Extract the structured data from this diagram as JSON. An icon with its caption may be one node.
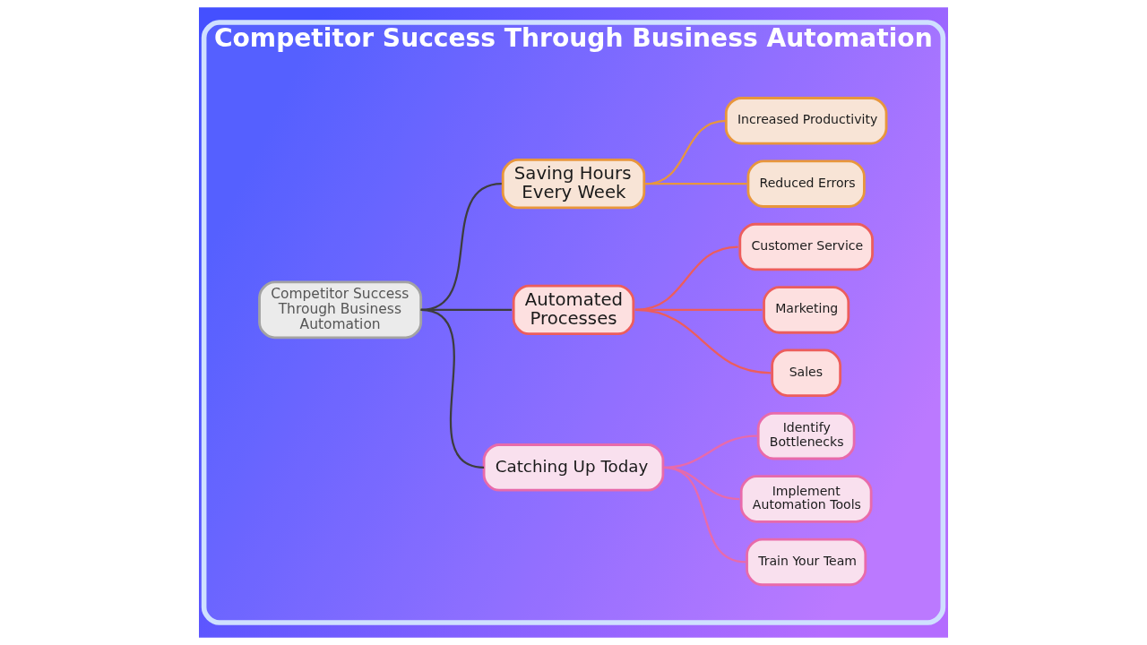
{
  "diagram": {
    "nodes": [
      {
        "text": [
          "Competitor Success Through Business Automation"
        ]
      },
      {
        "text": [
          "Competitor Success Through Business Automation"
        ],
        "in": 0
      },
      {
        "text": [
          "Saving Hours Every Week"
        ],
        "in": 0
      },
      {
        "text": [
          "Increased Productivity"
        ],
        "in": 0
      },
      {
        "text": [
          "Reduced Errors"
        ],
        "in": 0
      },
      {
        "text": [
          "Automated Processes"
        ],
        "in": 0
      },
      {
        "text": [
          "Customer Service"
        ],
        "in": 0
      },
      {
        "text": [
          "Marketing"
        ],
        "in": 0
      },
      {
        "text": [
          "Sales"
        ],
        "in": 0
      },
      {
        "text": [
          "Catching Up Today"
        ],
        "in": 0
      },
      {
        "text": [
          "Identify Bottlenecks"
        ],
        "in": 0
      },
      {
        "text": [
          "Implement Automation Tools"
        ],
        "in": 0
      },
      {
        "text": [
          "Train Your Team"
        ],
        "in": 0
      }
    ],
    "edges": [
      {
        "from": 1,
        "to": 2,
        "arrow": "none"
      },
      {
        "from": 2,
        "to": 3,
        "arrow": "none",
        "color": "#e8963c"
      },
      {
        "from": 2,
        "to": 4,
        "arrow": "none",
        "color": "#e8963c"
      },
      {
        "from": 1,
        "to": 5,
        "arrow": "none"
      },
      {
        "from": 5,
        "to": 6,
        "arrow": "none",
        "color": "#ec5d5d"
      },
      {
        "from": 5,
        "to": 7,
        "arrow": "none",
        "color": "#ec5d5d"
      },
      {
        "from": 5,
        "to": 8,
        "arrow": "none",
        "color": "#ec5d5d"
      },
      {
        "from": 1,
        "to": 9,
        "arrow": "none"
      },
      {
        "from": 9,
        "to": 10,
        "arrow": "none",
        "color": "#e86aaa"
      },
      {
        "from": 9,
        "to": 11,
        "arrow": "none",
        "color": "#e86aaa"
      },
      {
        "from": 9,
        "to": 12,
        "arrow": "none",
        "color": "#e86aaa"
      }
    ]
  }
}
